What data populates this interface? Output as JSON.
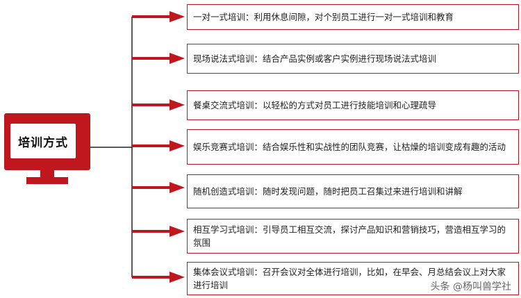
{
  "root": {
    "label": "培训方式"
  },
  "colors": {
    "accent": "#c0171f",
    "connector": "#222222",
    "arrow": "#c0171f"
  },
  "items": [
    {
      "text": "一对一式培训：利用休息间隙，对个别员工进行一对一式培训和教育"
    },
    {
      "text": "现场说法式培训：结合产品实例或客户实例进行现场说法式培训"
    },
    {
      "text": "餐桌交流式培训：以轻松的方式对员工进行技能培训和心理疏导"
    },
    {
      "text": "娱乐竞赛式培训：结合娱乐性和实战性的团队竞赛，让枯燥的培训变成有趣的活动"
    },
    {
      "text": "随机创造式培训：随时发现问题，随时把员工召集过来进行培训和讲解"
    },
    {
      "text": "相互学习式培训：引导员工相互交流，探讨产品知识和营销技巧，营造相互学习的氛围"
    },
    {
      "text": "集体会议式培训：召开会议对全体进行培训，比如，在早会、月总结会议上对大家进行培训"
    }
  ],
  "watermark": {
    "text": "头条 @杨叫兽学社"
  }
}
